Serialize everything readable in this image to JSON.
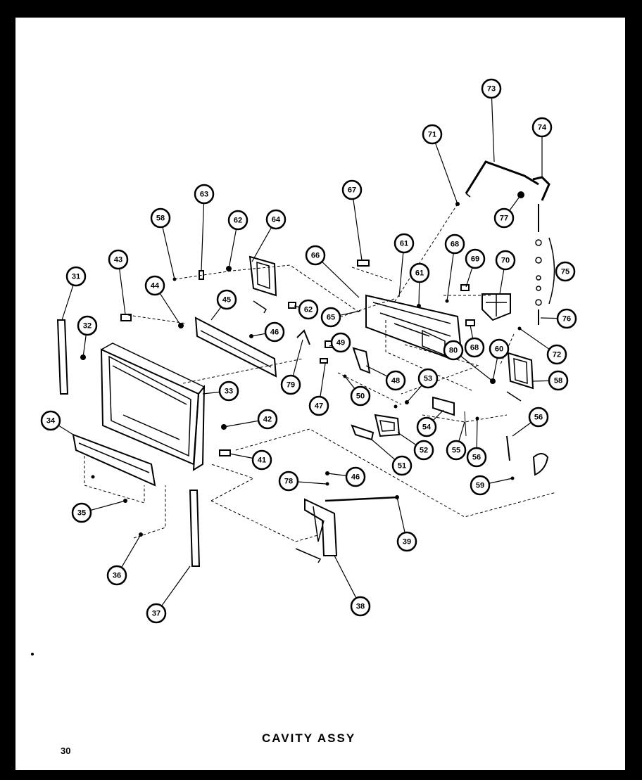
{
  "title": "CAVITY ASSY",
  "page_number": "30",
  "callouts": [
    "31",
    "32",
    "33",
    "34",
    "35",
    "36",
    "37",
    "38",
    "39",
    "41",
    "42",
    "43",
    "44",
    "45",
    "46",
    "46",
    "47",
    "48",
    "49",
    "50",
    "51",
    "52",
    "53",
    "54",
    "55",
    "56",
    "56",
    "58",
    "58",
    "59",
    "60",
    "61",
    "61",
    "62",
    "62",
    "63",
    "64",
    "65",
    "66",
    "67",
    "68",
    "68",
    "69",
    "70",
    "71",
    "72",
    "73",
    "74",
    "75",
    "76",
    "77",
    "78",
    "79",
    "80"
  ]
}
